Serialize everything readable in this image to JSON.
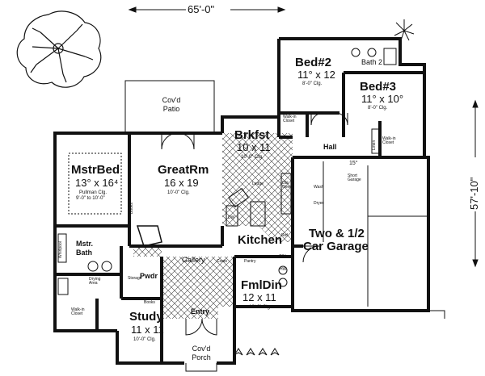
{
  "dimensions": {
    "width": "65'-0\"",
    "depth": "57'-10\""
  },
  "rooms": {
    "bed2": {
      "name": "Bed#2",
      "size": "11° x 12",
      "ceiling": "8'-0\" Clg."
    },
    "bath2": {
      "name": "Bath 2"
    },
    "bed3": {
      "name": "Bed#3",
      "size": "11° x 10°",
      "ceiling": "8'-0\" Clg."
    },
    "patio": {
      "name_line1": "Cov'd",
      "name_line2": "Patio"
    },
    "brkfst": {
      "name": "Brkfst",
      "size": "10 x 11",
      "ceiling": "10'-0\" Clg."
    },
    "mstrbed": {
      "name": "MstrBed",
      "size": "13° x 16⁴",
      "ceiling_line1": "Pullman Clg.",
      "ceiling_line2": "9'-0\" to 10'-0\""
    },
    "greatrm": {
      "name": "GreatRm",
      "size": "16 x 19",
      "ceiling": "10'-0\" Clg."
    },
    "kitchen": {
      "name": "Kitchen"
    },
    "garage": {
      "name_line1": "Two & 1/2",
      "name_line2": "Car Garage"
    },
    "mstrbath": {
      "name_line1": "Mstr.",
      "name_line2": "Bath"
    },
    "gallery": {
      "name": "Gallery"
    },
    "fmldin": {
      "name": "FmlDin",
      "size": "12 x 11",
      "ceiling": "10'-0\" Clg."
    },
    "study": {
      "name": "Study",
      "size": "11 x 11",
      "ceiling": "10'-0\" Clg."
    },
    "entry": {
      "name": "Entry"
    },
    "porch": {
      "name_line1": "Cov'd",
      "name_line2": "Porch"
    },
    "hall": {
      "name": "Hall"
    },
    "pwdr": {
      "name": "Pwdr"
    }
  },
  "labels": {
    "walkin_closet_bed2": "Walk-in Closet",
    "walkin_closet_bed3": "Walk-in Closet",
    "walkin_closet_master": "Walk-in Closet",
    "linen": "Linen",
    "ledge": "Ledge",
    "dbl_oven": "Dbl. Oven",
    "ref": "Ref.",
    "dw": "DW",
    "pantry": "Pantry",
    "coats": "Coats",
    "ch": "C/H",
    "hw": "HW",
    "books_great": "Books",
    "books_study": "Books",
    "storage": "Storage",
    "drying_area": "Drying Area",
    "whirlpool": "Whirlpool",
    "short_garage": "Short Garage",
    "wash": "Wash",
    "dryer": "Dryer",
    "slope": "15°"
  }
}
